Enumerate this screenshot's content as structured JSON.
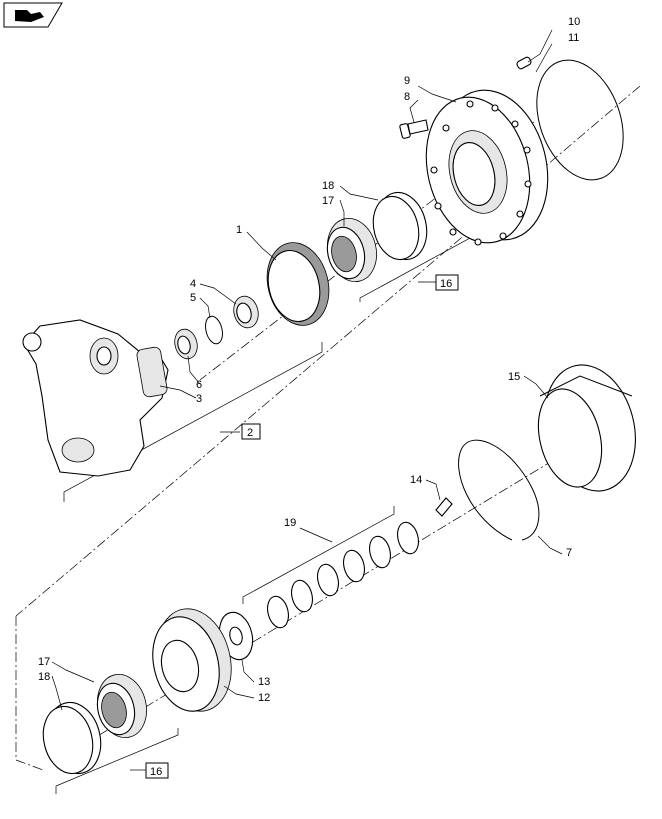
{
  "nav_icon": "book-arrow-icon",
  "callouts": {
    "c1": "1",
    "c2": "2",
    "c3": "3",
    "c4": "4",
    "c5": "5",
    "c6": "6",
    "c7": "7",
    "c8": "8",
    "c9": "9",
    "c10": "10",
    "c11": "11",
    "c12": "12",
    "c13": "13",
    "c14": "14",
    "c15": "15",
    "c16a": "16",
    "c16b": "16",
    "c17a": "17",
    "c17b": "17",
    "c18a": "18",
    "c18b": "18",
    "c19": "19"
  }
}
